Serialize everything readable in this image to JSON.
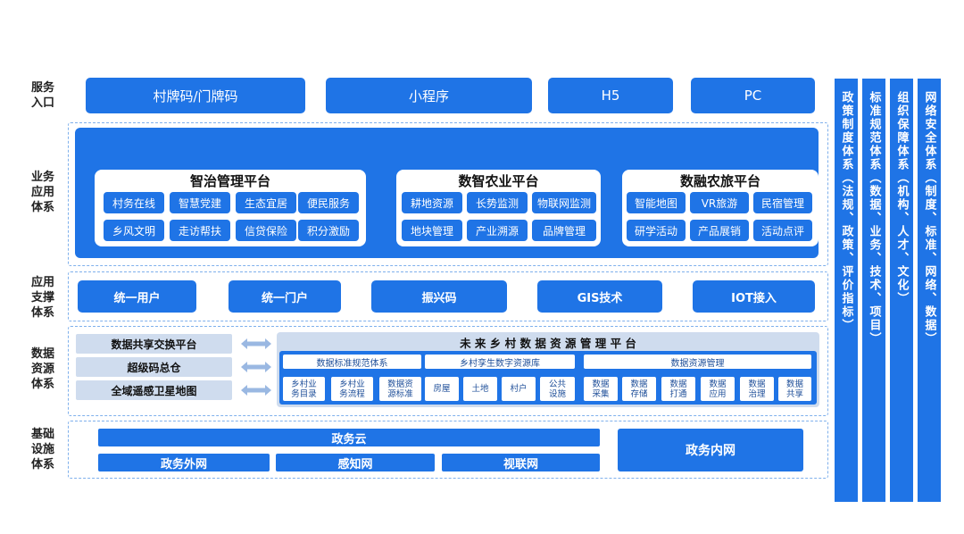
{
  "rows": {
    "service_entry": "服务\n入口",
    "business_app": "业务\n应用\n体系",
    "app_support": "应用\n支撑\n体系",
    "data_resource": "数据\n资源\n体系",
    "infrastructure": "基础\n设施\n体系"
  },
  "entry": [
    "村牌码/门牌码",
    "小程序",
    "H5",
    "PC"
  ],
  "platforms": {
    "governance": {
      "title": "智治管理平台",
      "items": [
        "村务在线",
        "智慧党建",
        "生态宜居",
        "便民服务",
        "乡风文明",
        "走访帮扶",
        "信贷保险",
        "积分激励"
      ]
    },
    "agriculture": {
      "title": "数智农业平台",
      "items": [
        "耕地资源",
        "长势监测",
        "物联网监测",
        "地块管理",
        "产业溯源",
        "品牌管理"
      ]
    },
    "tourism": {
      "title": "数融农旅平台",
      "items": [
        "智能地图",
        "VR旅游",
        "民宿管理",
        "研学活动",
        "产品展销",
        "活动点评"
      ]
    }
  },
  "support": [
    "统一用户",
    "统一门户",
    "振兴码",
    "GIS技术",
    "IOT接入"
  ],
  "data_left": [
    "数据共享交换平台",
    "超级码总仓",
    "全域遥感卫星地图"
  ],
  "resource_platform": {
    "title": "未 来 乡 村 数 据 资 源 管 理 平 台",
    "std": {
      "title": "数据标准规范体系",
      "items": [
        "乡村业\n务目录",
        "乡村业\n务流程",
        "数据资\n源标准"
      ]
    },
    "twin": {
      "title": "乡村孪生数字资源库",
      "items": [
        "房屋",
        "土地",
        "村户",
        "公共\n设施"
      ]
    },
    "mgmt": {
      "title": "数据资源管理",
      "items": [
        "数据\n采集",
        "数据\n存储",
        "数据\n打通",
        "数据\n应用",
        "数据\n治理",
        "数据\n共享"
      ]
    }
  },
  "infra": {
    "cloud": "政务云",
    "networks": [
      "政务外网",
      "感知网",
      "视联网"
    ],
    "intranet": "政务内网"
  },
  "side_columns": [
    "政策制度体系（法规、政策、评价指标）",
    "标准规范体系（数据、业务、技术、项目）",
    "组织保障体系（机构、人才、文化）",
    "网络安全体系（制度、标准、网络、数据）"
  ],
  "colors": {
    "accent": "#1f74e6",
    "light": "#cfdcee",
    "dashed": "#7fb0ec"
  }
}
